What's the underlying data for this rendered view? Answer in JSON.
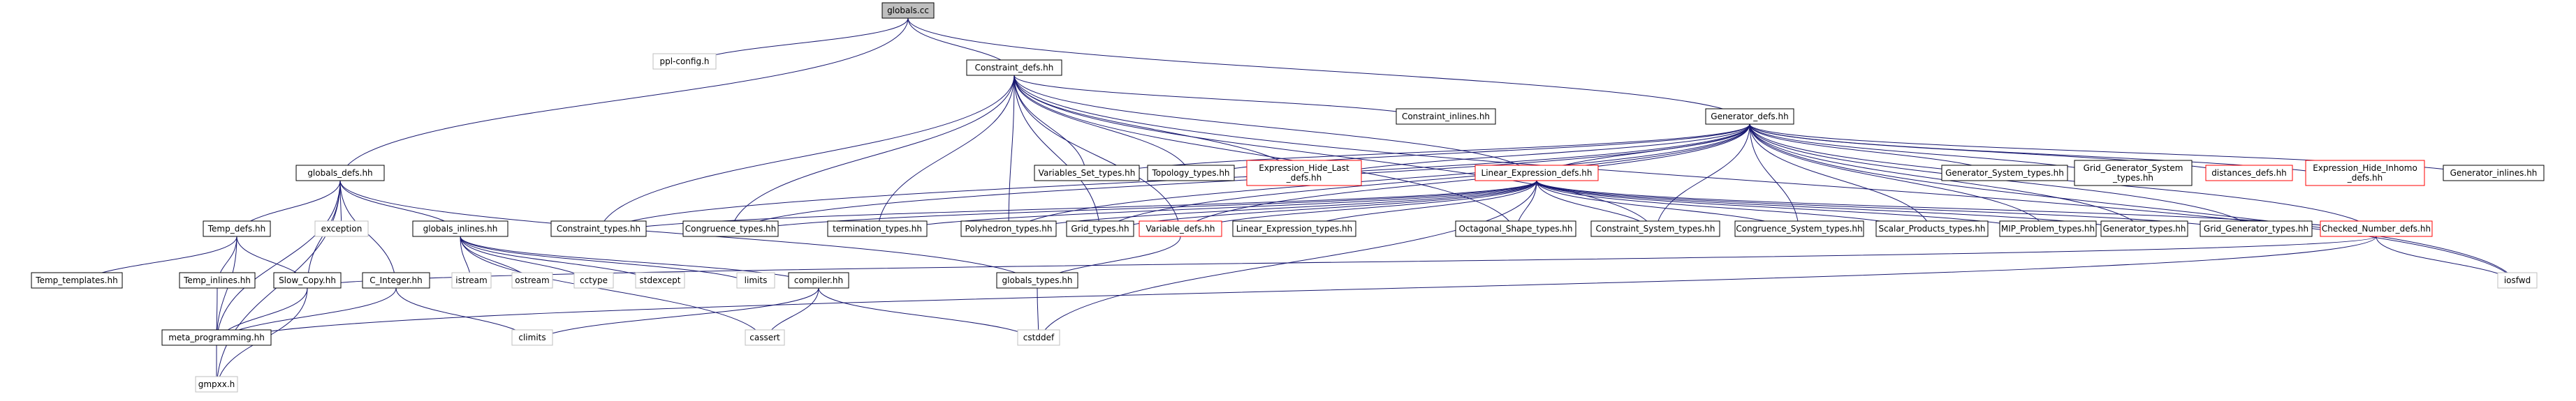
{
  "colors": {
    "edge": "#191970",
    "node_border": "#000000",
    "node_border_missing": "#bfbfbf",
    "node_border_truncated": "#ff0000",
    "root_fill": "#bfbfbf",
    "node_fill": "#ffffff"
  },
  "nodes": [
    {
      "id": "globals_cc",
      "label": [
        "globals.cc"
      ],
      "style": "root"
    },
    {
      "id": "ppl_config",
      "label": [
        "ppl-config.h"
      ],
      "style": "missing"
    },
    {
      "id": "constraint_defs",
      "label": [
        "Constraint_defs.hh"
      ],
      "style": "normal"
    },
    {
      "id": "constraint_inlines",
      "label": [
        "Constraint_inlines.hh"
      ],
      "style": "normal"
    },
    {
      "id": "generator_defs",
      "label": [
        "Generator_defs.hh"
      ],
      "style": "normal"
    },
    {
      "id": "globals_defs",
      "label": [
        "globals_defs.hh"
      ],
      "style": "normal"
    },
    {
      "id": "variables_set",
      "label": [
        "Variables_Set_types.hh"
      ],
      "style": "normal"
    },
    {
      "id": "topology_types",
      "label": [
        "Topology_types.hh"
      ],
      "style": "normal"
    },
    {
      "id": "expr_hide_last",
      "label": [
        "Expression_Hide_Last",
        "_defs.hh"
      ],
      "style": "truncated"
    },
    {
      "id": "linear_expr_defs",
      "label": [
        "Linear_Expression_defs.hh"
      ],
      "style": "truncated"
    },
    {
      "id": "gen_system_types",
      "label": [
        "Generator_System_types.hh"
      ],
      "style": "normal"
    },
    {
      "id": "grid_gen_system_types",
      "label": [
        "Grid_Generator_System",
        "_types.hh"
      ],
      "style": "normal"
    },
    {
      "id": "distances_defs",
      "label": [
        "distances_defs.hh"
      ],
      "style": "truncated"
    },
    {
      "id": "expr_hide_inhomo",
      "label": [
        "Expression_Hide_Inhomo",
        "_defs.hh"
      ],
      "style": "truncated"
    },
    {
      "id": "generator_inlines",
      "label": [
        "Generator_inlines.hh"
      ],
      "style": "normal"
    },
    {
      "id": "constraint_types",
      "label": [
        "Constraint_types.hh"
      ],
      "style": "normal"
    },
    {
      "id": "congruence_types",
      "label": [
        "Congruence_types.hh"
      ],
      "style": "normal"
    },
    {
      "id": "termination_types",
      "label": [
        "termination_types.hh"
      ],
      "style": "normal"
    },
    {
      "id": "polyhedron_types",
      "label": [
        "Polyhedron_types.hh"
      ],
      "style": "normal"
    },
    {
      "id": "grid_types",
      "label": [
        "Grid_types.hh"
      ],
      "style": "normal"
    },
    {
      "id": "variable_defs",
      "label": [
        "Variable_defs.hh"
      ],
      "style": "truncated"
    },
    {
      "id": "linear_expr_types",
      "label": [
        "Linear_Expression_types.hh"
      ],
      "style": "normal"
    },
    {
      "id": "octagonal_shape_types",
      "label": [
        "Octagonal_Shape_types.hh"
      ],
      "style": "normal"
    },
    {
      "id": "constraint_system_types",
      "label": [
        "Constraint_System_types.hh"
      ],
      "style": "normal"
    },
    {
      "id": "congruence_system_types",
      "label": [
        "Congruence_System_types.hh"
      ],
      "style": "normal"
    },
    {
      "id": "scalar_products_types",
      "label": [
        "Scalar_Products_types.hh"
      ],
      "style": "normal"
    },
    {
      "id": "mip_problem_types",
      "label": [
        "MIP_Problem_types.hh"
      ],
      "style": "normal"
    },
    {
      "id": "generator_types",
      "label": [
        "Generator_types.hh"
      ],
      "style": "normal"
    },
    {
      "id": "grid_generator_types",
      "label": [
        "Grid_Generator_types.hh"
      ],
      "style": "normal"
    },
    {
      "id": "checked_number_defs",
      "label": [
        "Checked_Number_defs.hh"
      ],
      "style": "truncated"
    },
    {
      "id": "temp_defs",
      "label": [
        "Temp_defs.hh"
      ],
      "style": "normal"
    },
    {
      "id": "exception",
      "label": [
        "exception"
      ],
      "style": "missing"
    },
    {
      "id": "globals_inlines",
      "label": [
        "globals_inlines.hh"
      ],
      "style": "normal"
    },
    {
      "id": "temp_templates",
      "label": [
        "Temp_templates.hh"
      ],
      "style": "normal"
    },
    {
      "id": "temp_inlines",
      "label": [
        "Temp_inlines.hh"
      ],
      "style": "normal"
    },
    {
      "id": "slow_copy",
      "label": [
        "Slow_Copy.hh"
      ],
      "style": "normal"
    },
    {
      "id": "c_integer",
      "label": [
        "C_Integer.hh"
      ],
      "style": "normal"
    },
    {
      "id": "istream",
      "label": [
        "istream"
      ],
      "style": "missing"
    },
    {
      "id": "ostream",
      "label": [
        "ostream"
      ],
      "style": "missing"
    },
    {
      "id": "cctype",
      "label": [
        "cctype"
      ],
      "style": "missing"
    },
    {
      "id": "stdexcept",
      "label": [
        "stdexcept"
      ],
      "style": "missing"
    },
    {
      "id": "limits",
      "label": [
        "limits"
      ],
      "style": "missing"
    },
    {
      "id": "compiler",
      "label": [
        "compiler.hh"
      ],
      "style": "normal"
    },
    {
      "id": "globals_types",
      "label": [
        "globals_types.hh"
      ],
      "style": "normal"
    },
    {
      "id": "iosfwd",
      "label": [
        "iosfwd"
      ],
      "style": "missing"
    },
    {
      "id": "meta_programming",
      "label": [
        "meta_programming.hh"
      ],
      "style": "normal"
    },
    {
      "id": "climits",
      "label": [
        "climits"
      ],
      "style": "missing"
    },
    {
      "id": "cassert",
      "label": [
        "cassert"
      ],
      "style": "missing"
    },
    {
      "id": "cstddef",
      "label": [
        "cstddef"
      ],
      "style": "missing"
    },
    {
      "id": "gmpxx",
      "label": [
        "gmpxx.h"
      ],
      "style": "missing"
    }
  ],
  "edges": [
    [
      "globals_cc",
      "ppl_config"
    ],
    [
      "globals_cc",
      "constraint_defs"
    ],
    [
      "globals_cc",
      "generator_defs"
    ],
    [
      "globals_cc",
      "globals_defs"
    ],
    [
      "constraint_defs",
      "constraint_inlines"
    ],
    [
      "constraint_defs",
      "variables_set"
    ],
    [
      "constraint_defs",
      "topology_types"
    ],
    [
      "constraint_defs",
      "expr_hide_last"
    ],
    [
      "constraint_defs",
      "linear_expr_defs"
    ],
    [
      "constraint_defs",
      "iosfwd"
    ],
    [
      "constraint_defs",
      "constraint_types"
    ],
    [
      "constraint_defs",
      "congruence_types"
    ],
    [
      "constraint_defs",
      "termination_types"
    ],
    [
      "constraint_defs",
      "polyhedron_types"
    ],
    [
      "constraint_defs",
      "grid_types"
    ],
    [
      "constraint_defs",
      "variable_defs"
    ],
    [
      "constraint_defs",
      "octagonal_shape_types"
    ],
    [
      "constraint_defs",
      "constraint_system_types"
    ],
    [
      "generator_defs",
      "variables_set"
    ],
    [
      "generator_defs",
      "topology_types"
    ],
    [
      "generator_defs",
      "expr_hide_last"
    ],
    [
      "generator_defs",
      "linear_expr_defs"
    ],
    [
      "generator_defs",
      "gen_system_types"
    ],
    [
      "generator_defs",
      "grid_gen_system_types"
    ],
    [
      "generator_defs",
      "distances_defs"
    ],
    [
      "generator_defs",
      "expr_hide_inhomo"
    ],
    [
      "generator_defs",
      "generator_inlines"
    ],
    [
      "generator_defs",
      "iosfwd"
    ],
    [
      "generator_defs",
      "constraint_types"
    ],
    [
      "generator_defs",
      "congruence_types"
    ],
    [
      "generator_defs",
      "polyhedron_types"
    ],
    [
      "generator_defs",
      "grid_types"
    ],
    [
      "generator_defs",
      "variable_defs"
    ],
    [
      "generator_defs",
      "constraint_system_types"
    ],
    [
      "generator_defs",
      "congruence_system_types"
    ],
    [
      "generator_defs",
      "scalar_products_types"
    ],
    [
      "generator_defs",
      "mip_problem_types"
    ],
    [
      "generator_defs",
      "generator_types"
    ],
    [
      "generator_defs",
      "grid_generator_types"
    ],
    [
      "generator_defs",
      "checked_number_defs"
    ],
    [
      "linear_expr_defs",
      "constraint_types"
    ],
    [
      "linear_expr_defs",
      "congruence_types"
    ],
    [
      "linear_expr_defs",
      "termination_types"
    ],
    [
      "linear_expr_defs",
      "polyhedron_types"
    ],
    [
      "linear_expr_defs",
      "grid_types"
    ],
    [
      "linear_expr_defs",
      "variable_defs"
    ],
    [
      "linear_expr_defs",
      "linear_expr_types"
    ],
    [
      "linear_expr_defs",
      "octagonal_shape_types"
    ],
    [
      "linear_expr_defs",
      "constraint_system_types"
    ],
    [
      "linear_expr_defs",
      "congruence_system_types"
    ],
    [
      "linear_expr_defs",
      "scalar_products_types"
    ],
    [
      "linear_expr_defs",
      "mip_problem_types"
    ],
    [
      "linear_expr_defs",
      "generator_types"
    ],
    [
      "linear_expr_defs",
      "grid_generator_types"
    ],
    [
      "linear_expr_defs",
      "checked_number_defs"
    ],
    [
      "linear_expr_defs",
      "cstddef"
    ],
    [
      "globals_defs",
      "temp_defs"
    ],
    [
      "globals_defs",
      "exception"
    ],
    [
      "globals_defs",
      "globals_inlines"
    ],
    [
      "globals_defs",
      "slow_copy"
    ],
    [
      "globals_defs",
      "c_integer"
    ],
    [
      "globals_defs",
      "meta_programming"
    ],
    [
      "globals_defs",
      "gmpxx"
    ],
    [
      "globals_defs",
      "globals_types"
    ],
    [
      "temp_defs",
      "temp_templates"
    ],
    [
      "temp_defs",
      "temp_inlines"
    ],
    [
      "temp_defs",
      "slow_copy"
    ],
    [
      "temp_defs",
      "meta_programming"
    ],
    [
      "temp_inlines",
      "meta_programming"
    ],
    [
      "slow_copy",
      "meta_programming"
    ],
    [
      "slow_copy",
      "gmpxx"
    ],
    [
      "c_integer",
      "meta_programming"
    ],
    [
      "c_integer",
      "climits"
    ],
    [
      "globals_inlines",
      "istream"
    ],
    [
      "globals_inlines",
      "ostream"
    ],
    [
      "globals_inlines",
      "cctype"
    ],
    [
      "globals_inlines",
      "stdexcept"
    ],
    [
      "globals_inlines",
      "limits"
    ],
    [
      "globals_inlines",
      "compiler"
    ],
    [
      "globals_inlines",
      "cassert"
    ],
    [
      "compiler",
      "climits"
    ],
    [
      "compiler",
      "cassert"
    ],
    [
      "compiler",
      "cstddef"
    ],
    [
      "variable_defs",
      "globals_types"
    ],
    [
      "globals_types",
      "cstddef"
    ],
    [
      "checked_number_defs",
      "iosfwd"
    ],
    [
      "checked_number_defs",
      "slow_copy"
    ],
    [
      "checked_number_defs",
      "meta_programming"
    ],
    [
      "meta_programming",
      "gmpxx"
    ]
  ]
}
